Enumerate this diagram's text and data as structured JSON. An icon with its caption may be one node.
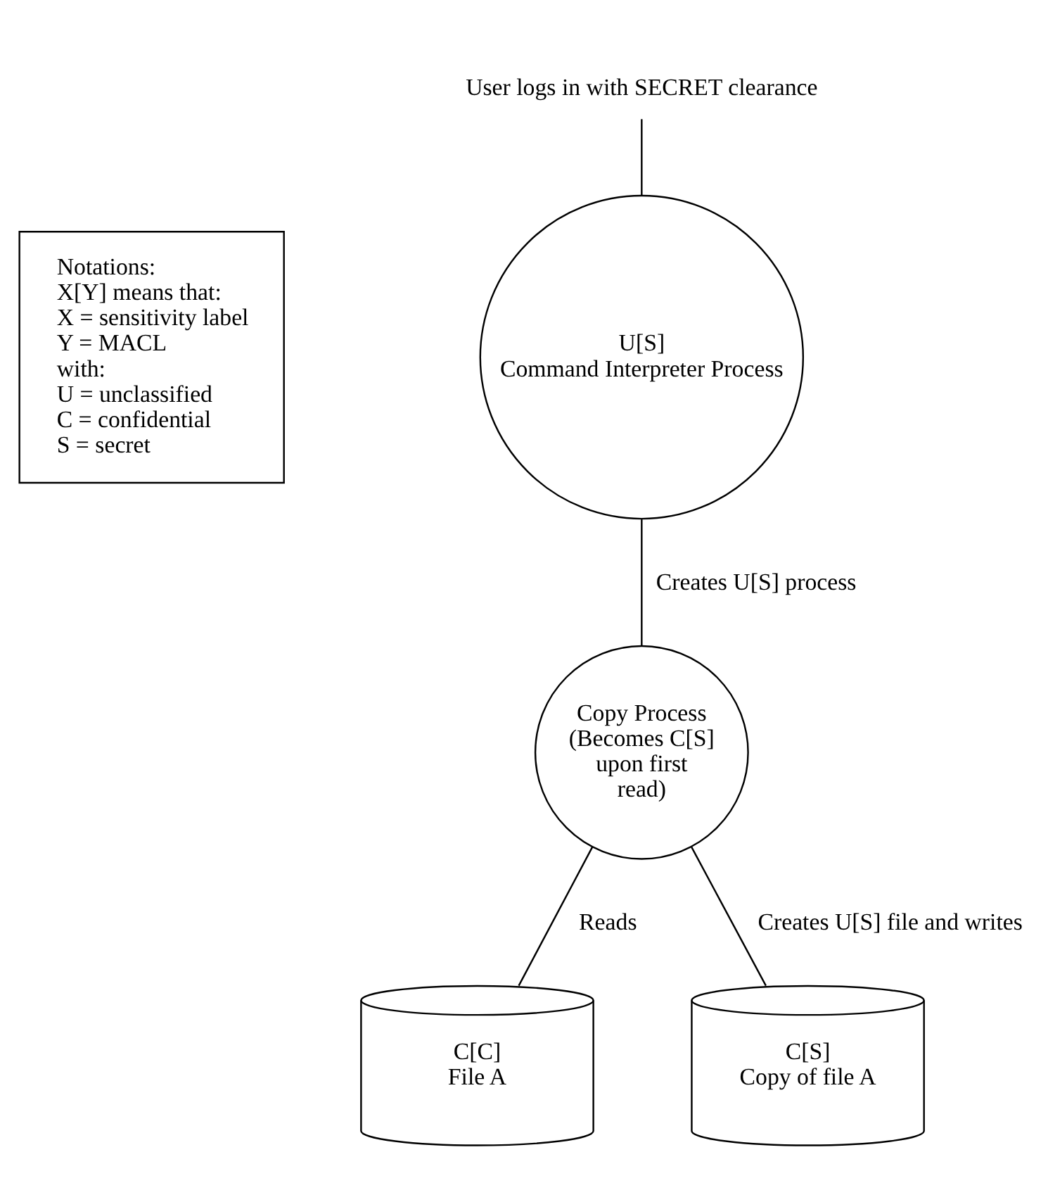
{
  "diagram": {
    "nodes": [
      {
        "text": [
          "User logs in with SECRET clearance"
        ]
      },
      {
        "text": [
          "U[S]",
          "Command Interpreter Process"
        ]
      },
      {
        "text": [
          "Copy Process (Becomes C[S] upon first read)"
        ]
      },
      {
        "text": [
          "C[C]",
          "File A"
        ]
      },
      {
        "text": [
          "C[S]",
          "Copy of file A"
        ]
      },
      {
        "text": [
          "Notations:",
          "X[Y] means that:",
          "X = sensitivity label",
          "Y = MACL",
          "with:",
          "U = unclassified",
          "C = confidential",
          "S = secret"
        ]
      }
    ],
    "edges": [
      {
        "from": 0,
        "to": 1,
        "arrow": "none"
      },
      {
        "from": 1,
        "to": 2,
        "arrow": "none",
        "label": "Creates U[S] process"
      },
      {
        "from": 2,
        "to": 3,
        "arrow": "none",
        "label": "Reads"
      },
      {
        "from": 2,
        "to": 4,
        "arrow": "none",
        "label": "Creates U[S] file and writes"
      }
    ]
  }
}
